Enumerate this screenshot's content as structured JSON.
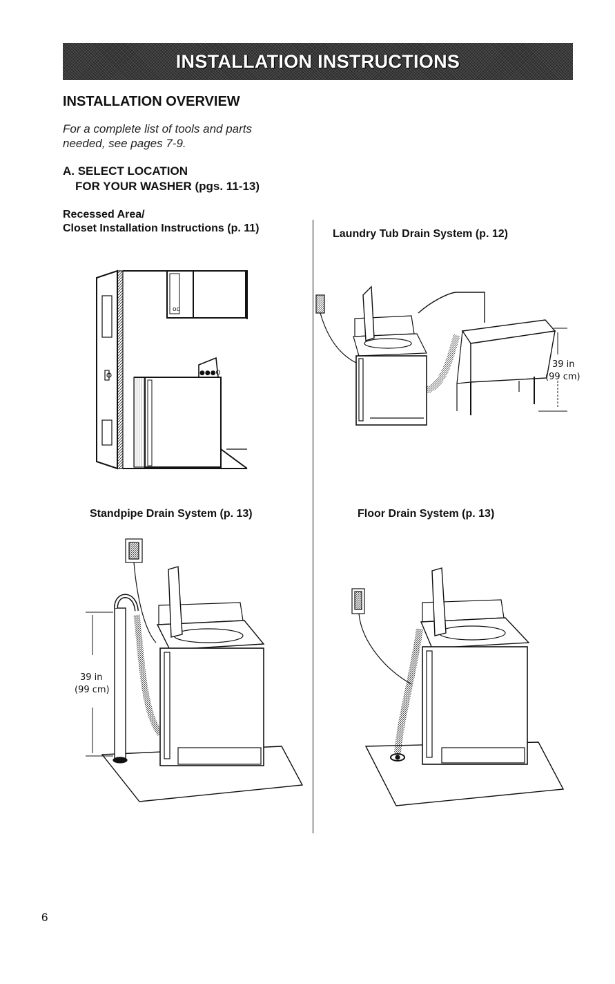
{
  "banner": {
    "title": "INSTALLATION INSTRUCTIONS"
  },
  "overview": {
    "heading": "INSTALLATION OVERVIEW",
    "intro_line1": "For a complete list of tools and parts",
    "intro_line2": "needed, see pages 7-9."
  },
  "select_location": {
    "line1": "A. SELECT LOCATION",
    "line2": "FOR YOUR WASHER (pgs. 11-13)"
  },
  "panels": {
    "recessed": {
      "line1": "Recessed Area/",
      "line2": "Closet Installation Instructions (p. 11)"
    },
    "laundry_tub": {
      "caption": "Laundry Tub Drain System (p. 12)",
      "dim_in": "39 in",
      "dim_cm": "(99 cm)"
    },
    "standpipe": {
      "caption": "Standpipe Drain System (p. 13)",
      "dim_in": "39 in",
      "dim_cm": "(99 cm)"
    },
    "floor_drain": {
      "caption": "Floor Drain System (p. 13)"
    }
  },
  "page_number": "6"
}
